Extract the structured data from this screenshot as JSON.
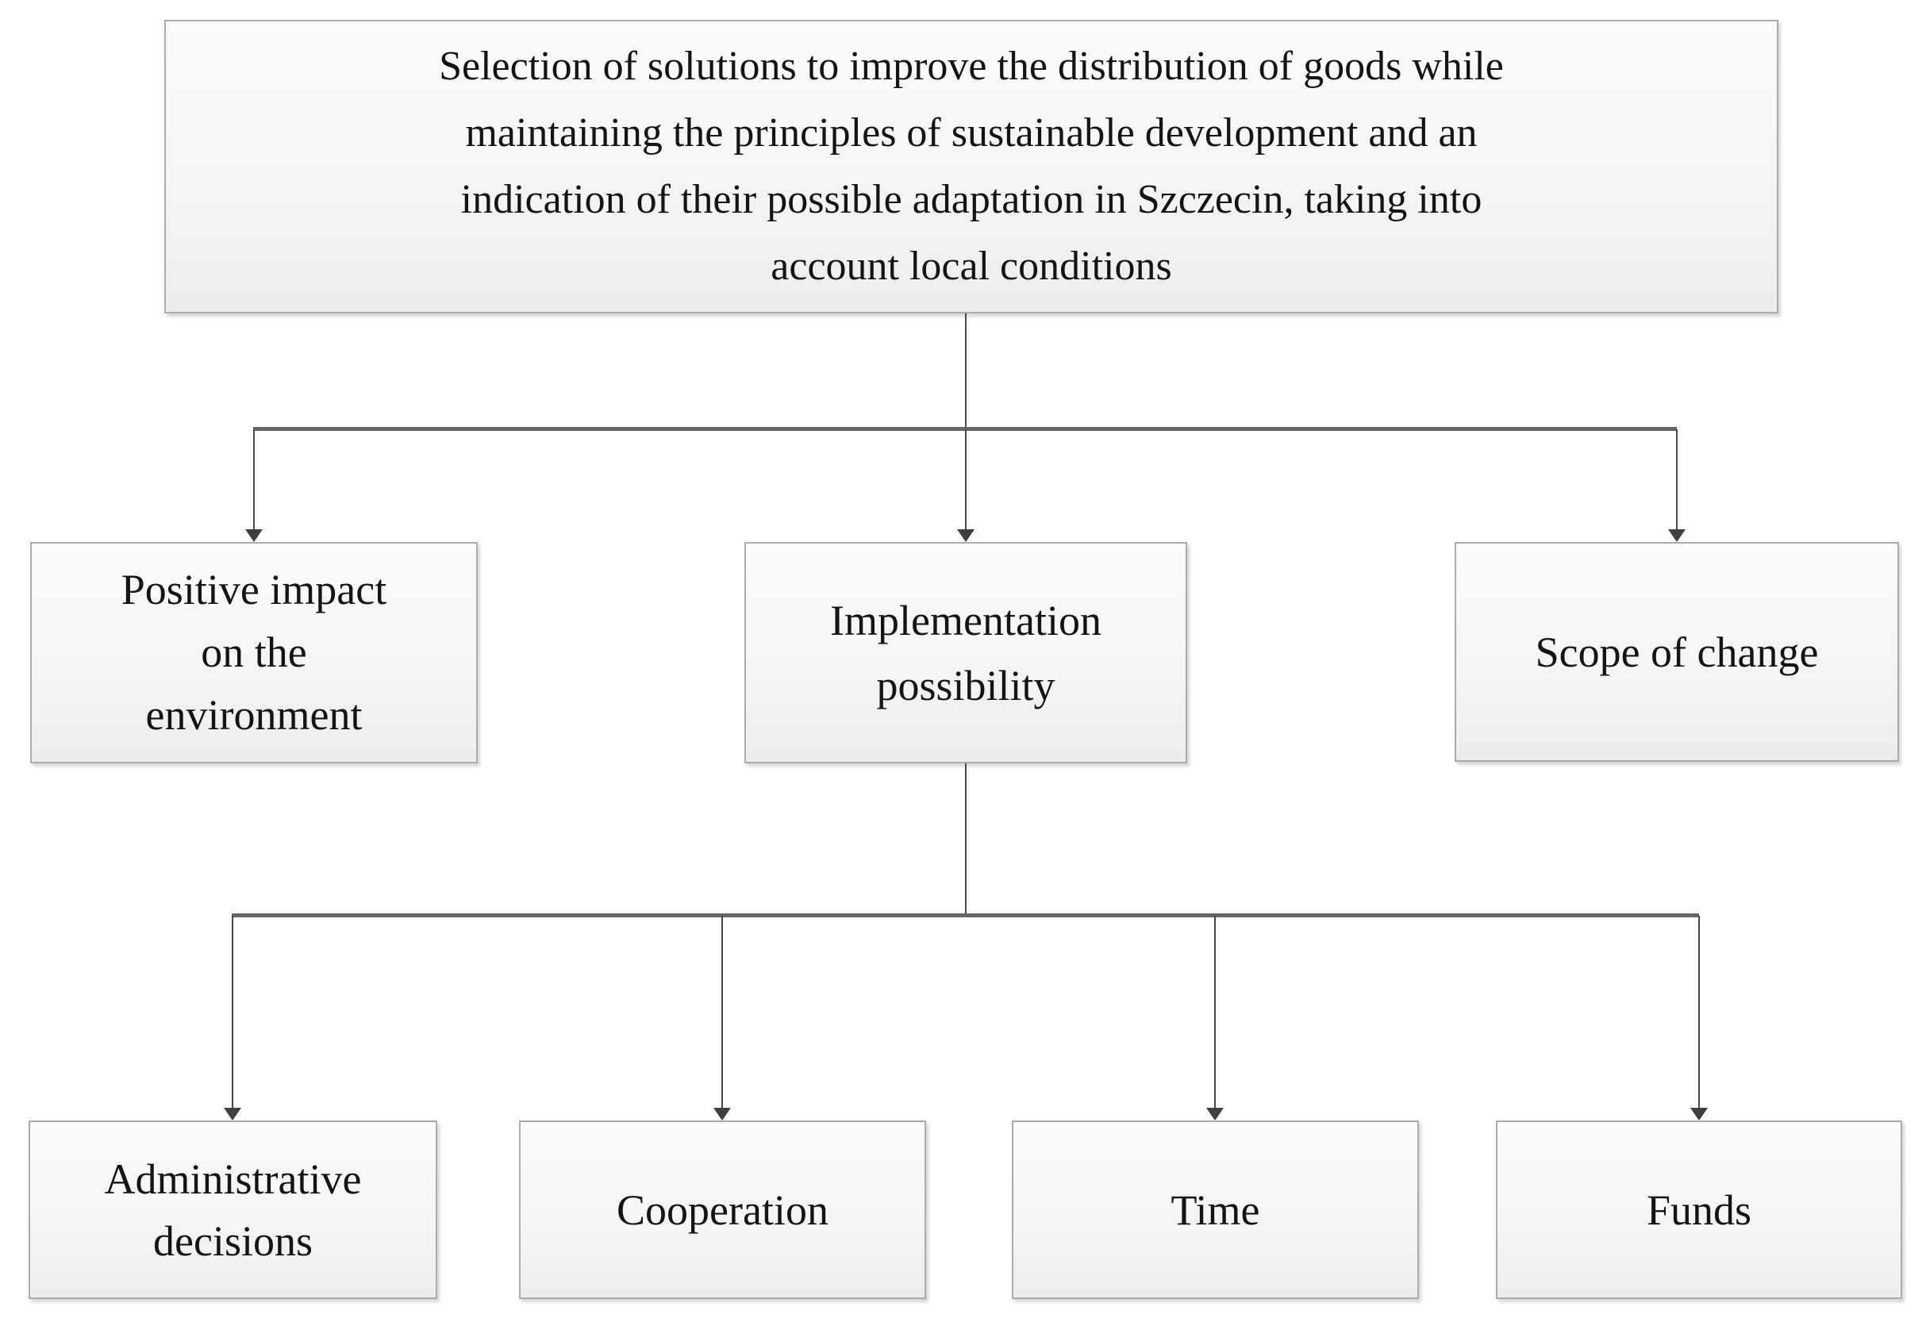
{
  "diagram": {
    "title": "Selection of solutions flowchart",
    "root": {
      "label": "Selection of solutions to improve the distribution of goods while\nmaintaining the principles of sustainable development and an\nindication of their possible adaptation in Szczecin, taking into\naccount local conditions"
    },
    "level2": [
      {
        "id": "positive-impact",
        "label": "Positive impact\non the\nenvironment"
      },
      {
        "id": "implementation-possibility",
        "label": "Implementation\npossibility"
      },
      {
        "id": "scope-of-change",
        "label": "Scope of change"
      }
    ],
    "level3": [
      {
        "id": "administrative-decisions",
        "label": "Administrative\ndecisions"
      },
      {
        "id": "cooperation",
        "label": "Cooperation"
      },
      {
        "id": "time",
        "label": "Time"
      },
      {
        "id": "funds",
        "label": "Funds"
      }
    ],
    "edges": [
      {
        "from": "root",
        "to": "positive-impact"
      },
      {
        "from": "root",
        "to": "implementation-possibility"
      },
      {
        "from": "root",
        "to": "scope-of-change"
      },
      {
        "from": "implementation-possibility",
        "to": "administrative-decisions"
      },
      {
        "from": "implementation-possibility",
        "to": "cooperation"
      },
      {
        "from": "implementation-possibility",
        "to": "time"
      },
      {
        "from": "implementation-possibility",
        "to": "funds"
      }
    ],
    "colors": {
      "background": "#ffffff",
      "box_fill_top": "#fbfbfb",
      "box_fill_bottom": "#ececec",
      "box_border": "#ababab",
      "line": "#474747",
      "text": "#141414"
    }
  }
}
